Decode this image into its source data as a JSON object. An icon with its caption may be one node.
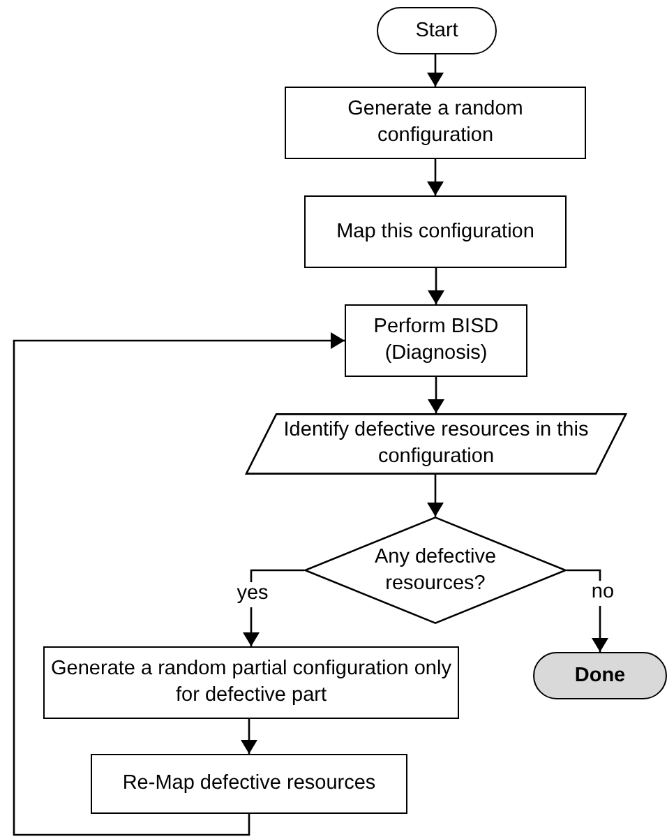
{
  "diagram": {
    "nodes": [
      {
        "text": [
          "Start"
        ]
      },
      {
        "text": [
          "Generate a random configuration"
        ]
      },
      {
        "text": [
          "Map this configuration"
        ]
      },
      {
        "text": [
          "Perform BISD (Diagnosis)"
        ]
      },
      {
        "text": [
          "Identify defective resources in this configuration"
        ]
      },
      {
        "text": [
          "Any defective resources?"
        ]
      },
      {
        "text": [
          "Generate a random partial configuration only for defective part"
        ]
      },
      {
        "text": [
          "Done"
        ]
      },
      {
        "text": [
          "Re-Map defective resources"
        ]
      }
    ],
    "edges": [
      {
        "from": 0,
        "to": 1,
        "arrow": "to"
      },
      {
        "from": 1,
        "to": 2,
        "arrow": "to"
      },
      {
        "from": 2,
        "to": 3,
        "arrow": "to"
      },
      {
        "from": 3,
        "to": 4,
        "arrow": "to"
      },
      {
        "from": 4,
        "to": 5,
        "arrow": "to"
      },
      {
        "from": 5,
        "to": 6,
        "arrow": "to",
        "label": "yes"
      },
      {
        "from": 5,
        "to": 7,
        "arrow": "to",
        "label": "no"
      },
      {
        "from": 6,
        "to": 8,
        "arrow": "to"
      },
      {
        "from": 8,
        "to": 3,
        "arrow": "to"
      }
    ]
  }
}
